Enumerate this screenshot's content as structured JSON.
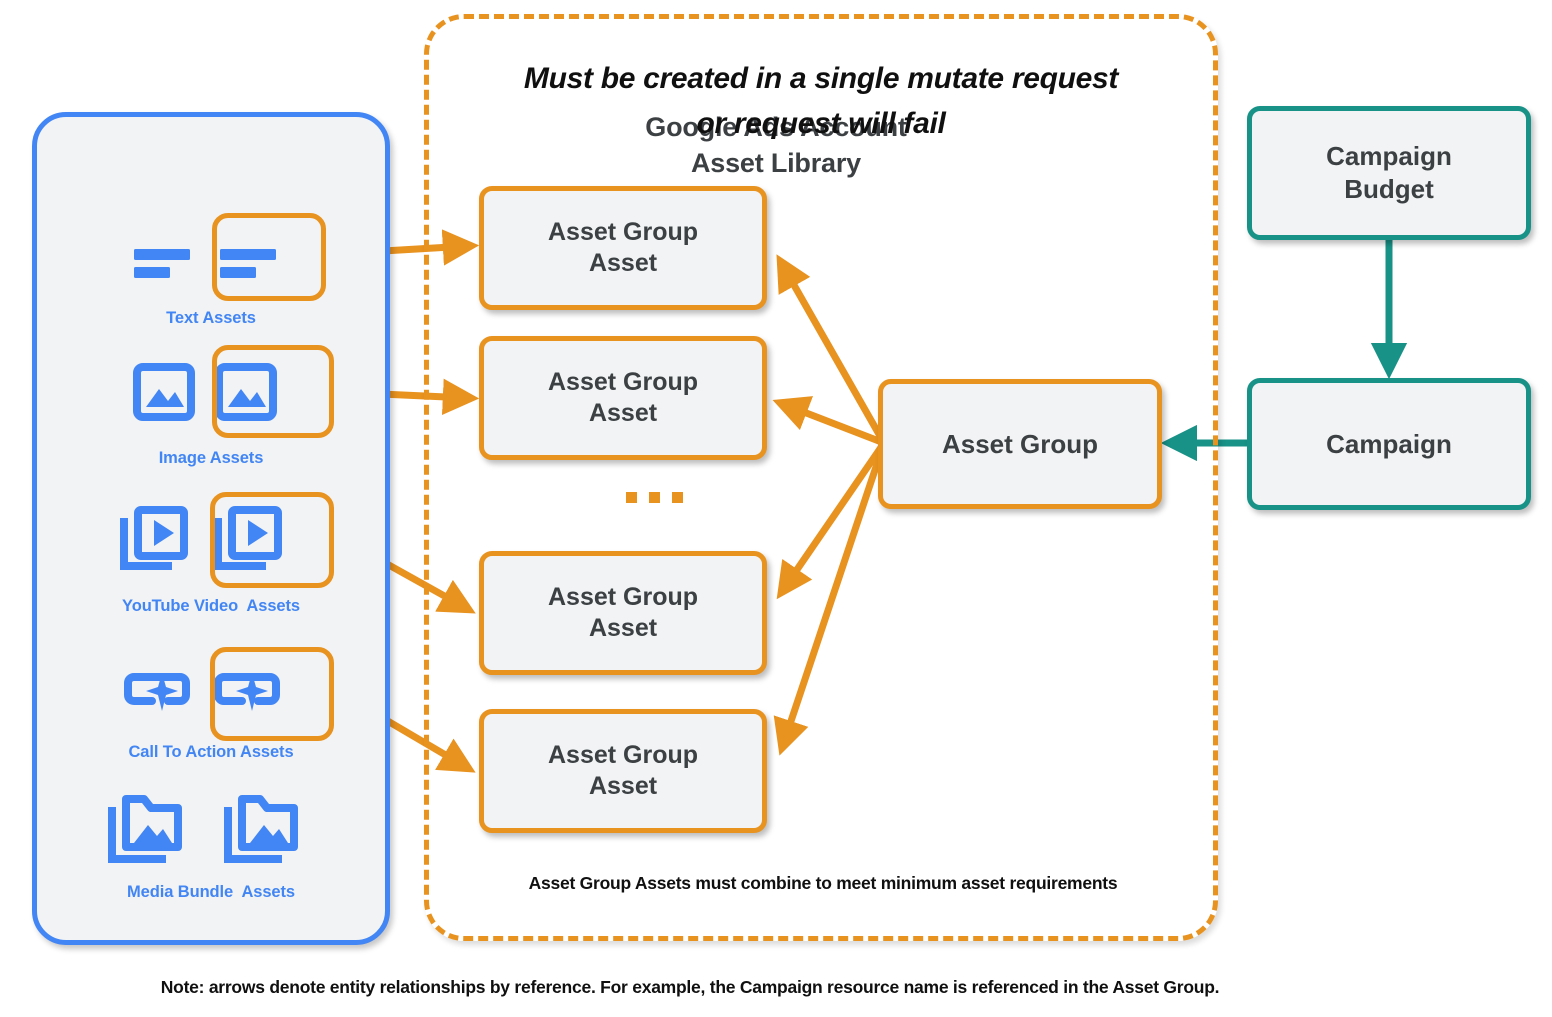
{
  "diagram": {
    "library": {
      "title_line1": "Google Ads Account",
      "title_line2": "Asset Library",
      "border_color": "#4285f4",
      "fill_color": "#f1f3f4",
      "assets": [
        {
          "label": "Text Assets",
          "icon": "text-lines-icon",
          "highlighted": true
        },
        {
          "label": "Image Assets",
          "icon": "image-icon",
          "highlighted": true
        },
        {
          "label": "YouTube Video  Assets",
          "icon": "video-stack-icon",
          "highlighted": true
        },
        {
          "label": "Call To Action Assets",
          "icon": "cta-sparkle-icon",
          "highlighted": true
        },
        {
          "label": "Media Bundle  Assets",
          "icon": "media-folder-icon",
          "highlighted": false
        }
      ]
    },
    "mutate_container": {
      "title_line1": "Must be created in a single mutate request",
      "title_line2": "or request will fail",
      "footnote": "Asset Group Assets must combine to meet minimum asset requirements",
      "ellipsis": "...",
      "border_color": "#e8921f",
      "border_style": "dashed"
    },
    "nodes": {
      "asset_group_assets": [
        {
          "line1": "Asset Group",
          "line2": "Asset"
        },
        {
          "line1": "Asset Group",
          "line2": "Asset"
        },
        {
          "line1": "Asset Group",
          "line2": "Asset"
        },
        {
          "line1": "Asset Group",
          "line2": "Asset"
        }
      ],
      "asset_group": "Asset Group",
      "campaign_budget_line1": "Campaign",
      "campaign_budget_line2": "Budget",
      "campaign": "Campaign"
    },
    "colors": {
      "orange": "#e8921f",
      "teal": "#189287",
      "blue": "#4285f4",
      "node_fill": "#f1f3f4",
      "text": "#3c4043"
    },
    "note": "Note: arrows denote entity relationships by reference. For example, the Campaign resource name is referenced in the Asset Group."
  }
}
